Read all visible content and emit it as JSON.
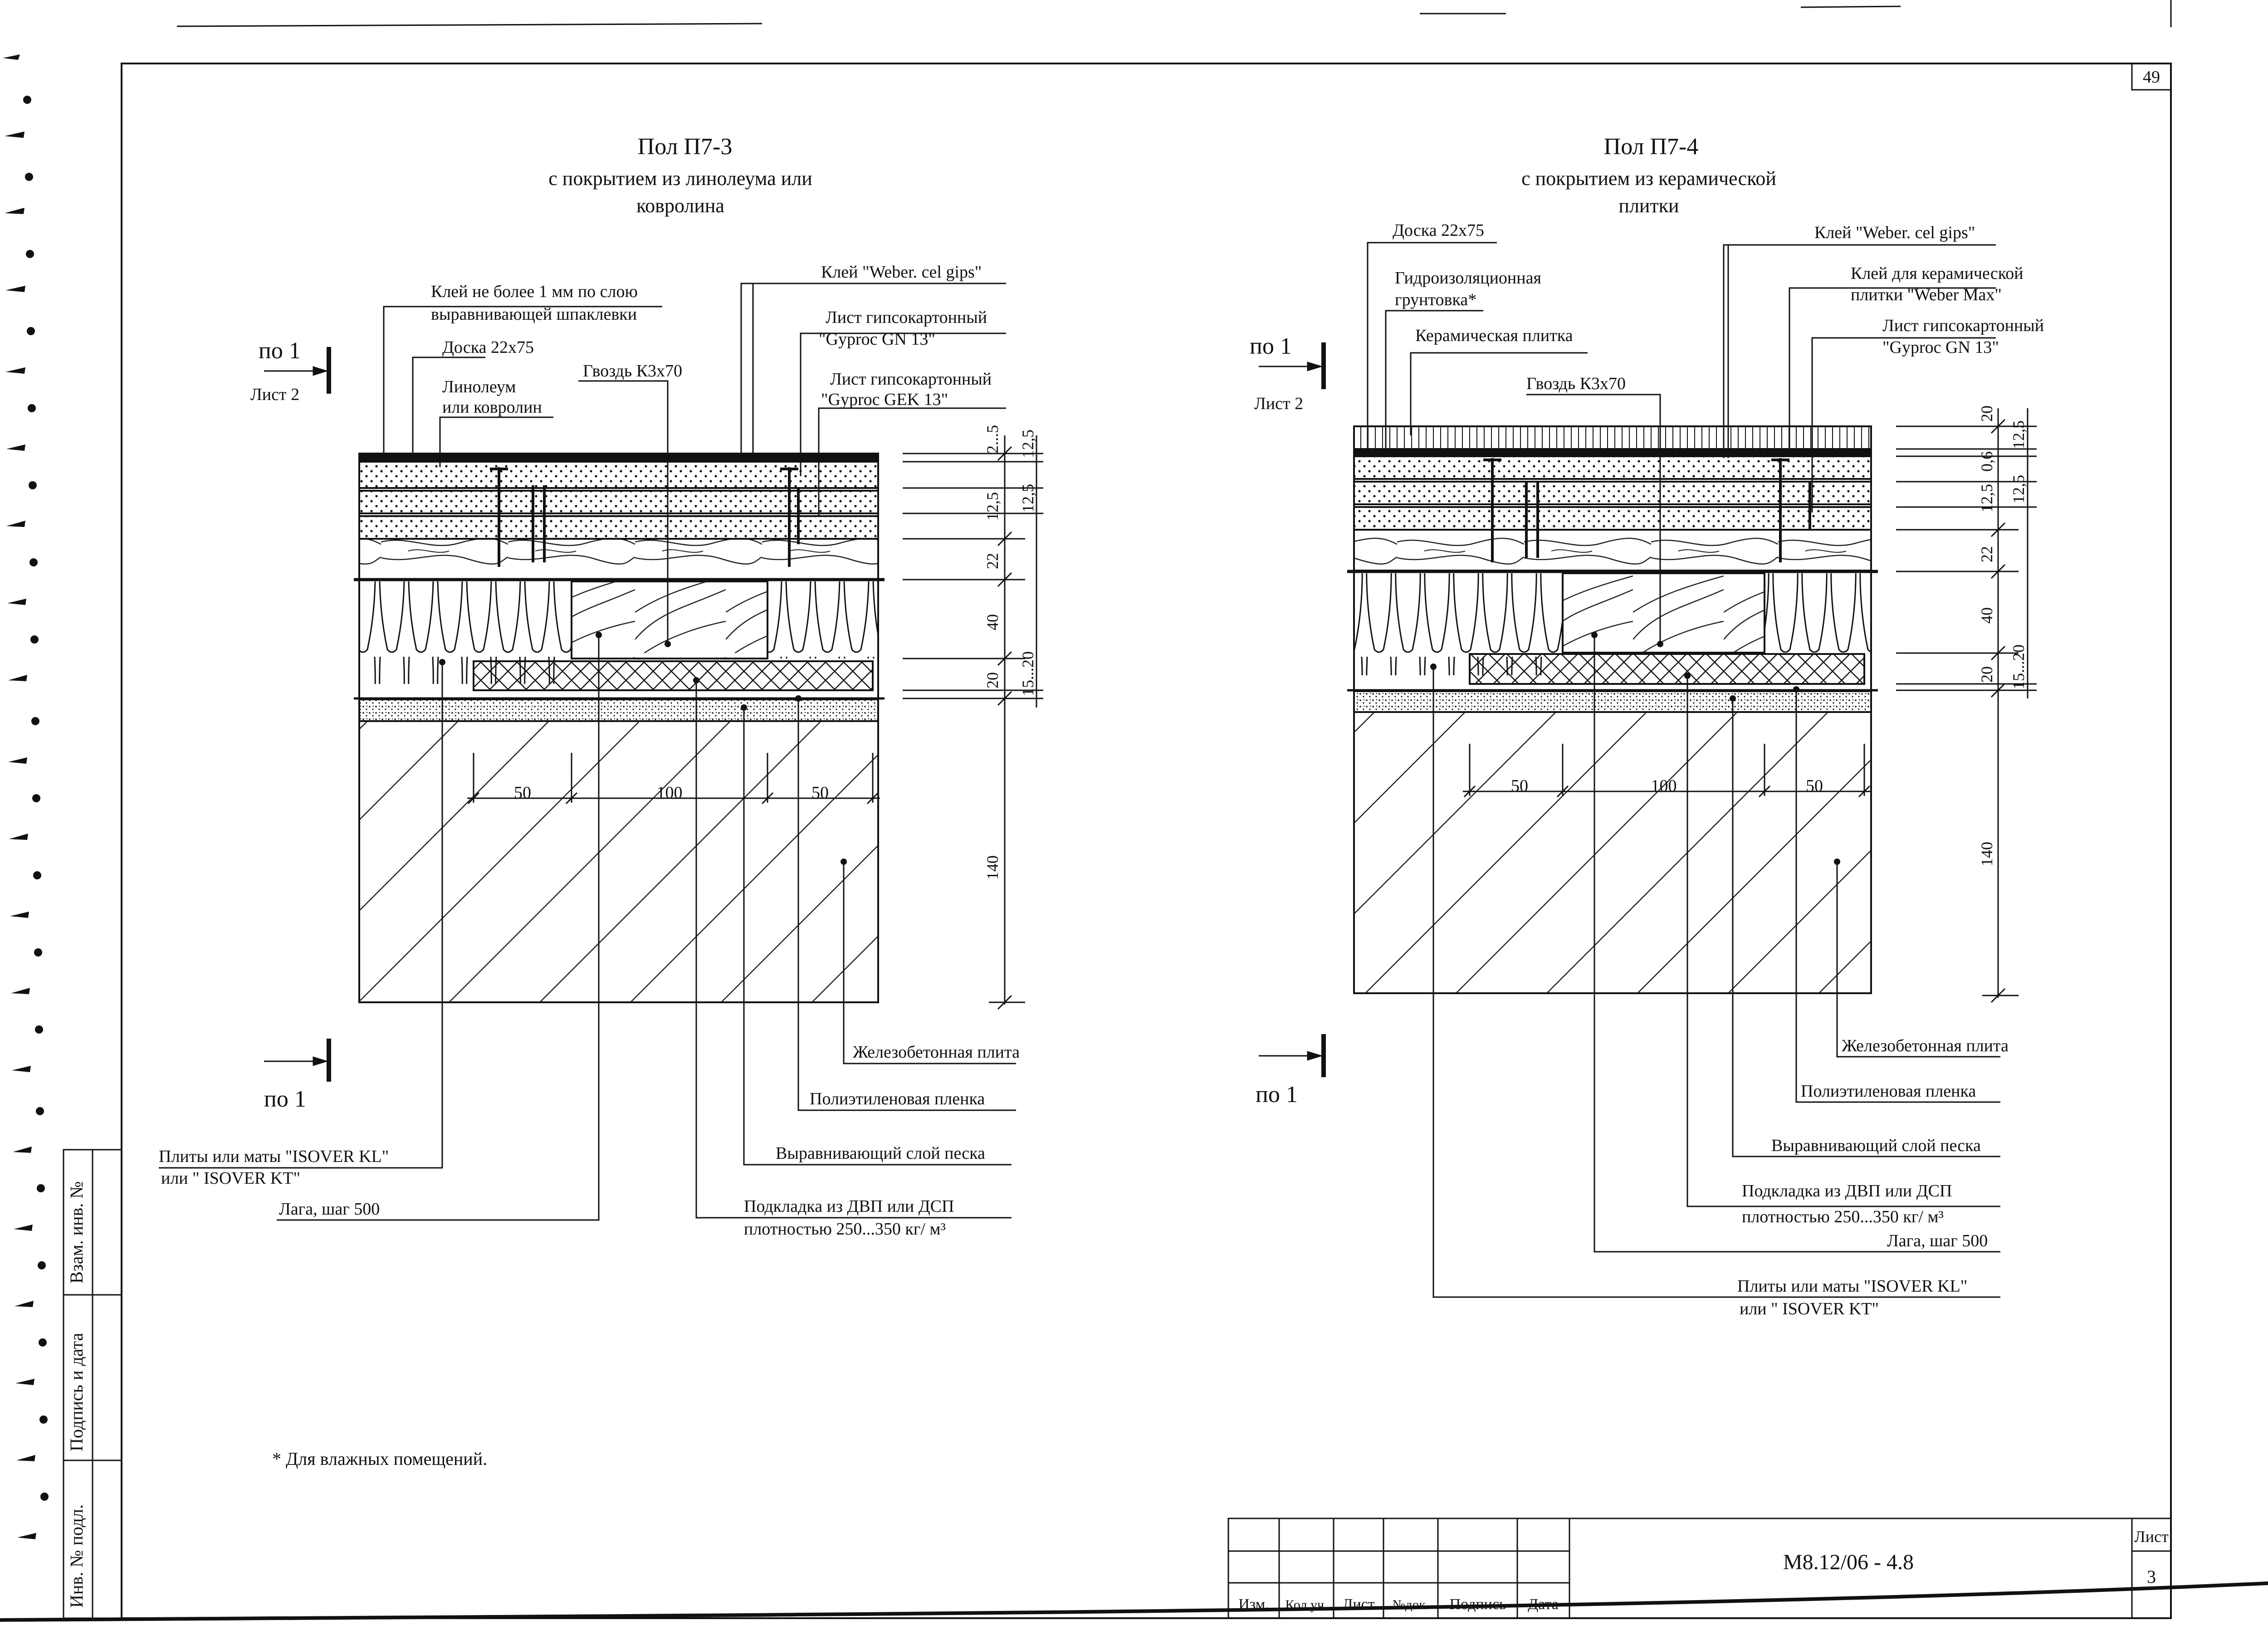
{
  "sheet": {
    "page_number": "49",
    "footnote": "* Для влажных помещений.",
    "sheet_label": "Лист",
    "sheet_value": "3",
    "doc_code": "М8.12/06 - 4.8",
    "stamp_headers": [
      "Изм.",
      "Кол.уч.",
      "Лист",
      "№док.",
      "Подпись",
      "Дата"
    ],
    "side_labels": [
      "Взам. инв. №",
      "Подпись и дата",
      "Инв. № подл."
    ]
  },
  "left_detail": {
    "title": "Пол П7-3",
    "subtitle_1": "с покрытием из линолеума или",
    "subtitle_2": "ковролина",
    "section_mark": "по 1",
    "section_ref": "Лист 2",
    "labels": {
      "glue_1": "Клей  не более 1 мм по слою",
      "glue_2": "выравнивающей шпаклевки",
      "board": "Доска 22х75",
      "linoleum_1": "Линолеум",
      "linoleum_2": "или ковролин",
      "nail": "Гвоздь К3х70",
      "weber": "Клей \"Weber. cel gips\"",
      "gkl_gn_1": "Лист гипсокартонный",
      "gkl_gn_2": "\"Gyproc GN 13\"",
      "gkl_gek_1": "Лист гипсокартонный",
      "gkl_gek_2": "\"Gyproc GEK 13\"",
      "slab": "Железобетонная  плита",
      "film": "Полиэтиленовая пленка",
      "sand": "Выравнивающий слой песка",
      "pad_1": "Подкладка из ДВП или ДСП",
      "pad_2": "плотностью 250...350 кг/ м³",
      "isover_1": "Плиты или маты  \"ISOVER KL\"",
      "isover_2": "или \" ISOVER KT\"",
      "joist": "Лага, шаг 500"
    },
    "dims": [
      "2...5",
      "12,5",
      "12,5",
      "12,5",
      "22",
      "40",
      "20",
      "15...20",
      "140",
      "50",
      "100",
      "50"
    ]
  },
  "right_detail": {
    "title": "Пол П7-4",
    "subtitle_1": "с покрытием из керамической",
    "subtitle_2": "плитки",
    "section_mark": "по 1",
    "section_ref": "Лист 2",
    "labels": {
      "board": "Доска 22х75",
      "primer_1": "Гидроизоляционная",
      "primer_2": "грунтовка*",
      "tile": "Керамическая плитка",
      "nail": "Гвоздь К3х70",
      "weber": "Клей \"Weber. cel gips\"",
      "tile_glue_1": "Клей для керамической",
      "tile_glue_2": "плитки \"Weber Max\"",
      "gkl_1": "Лист гипсокартонный",
      "gkl_2": "\"Gyproc GN 13\"",
      "slab": "Железобетонная  плита",
      "film": "Полиэтиленовая пленка",
      "sand": "Выравнивающий слой песка",
      "pad_1": "Подкладка из ДВП или ДСП",
      "pad_2": "плотностью 250...350 кг/ м³",
      "joist": "Лага, шаг 500",
      "isover_1": "Плиты или маты  \"ISOVER KL\"",
      "isover_2": "или \" ISOVER KT\""
    },
    "dims": [
      "20",
      "12,5",
      "0,6",
      "12,5",
      "12,5",
      "22",
      "40",
      "20",
      "15...20",
      "140",
      "50",
      "100",
      "50"
    ]
  }
}
